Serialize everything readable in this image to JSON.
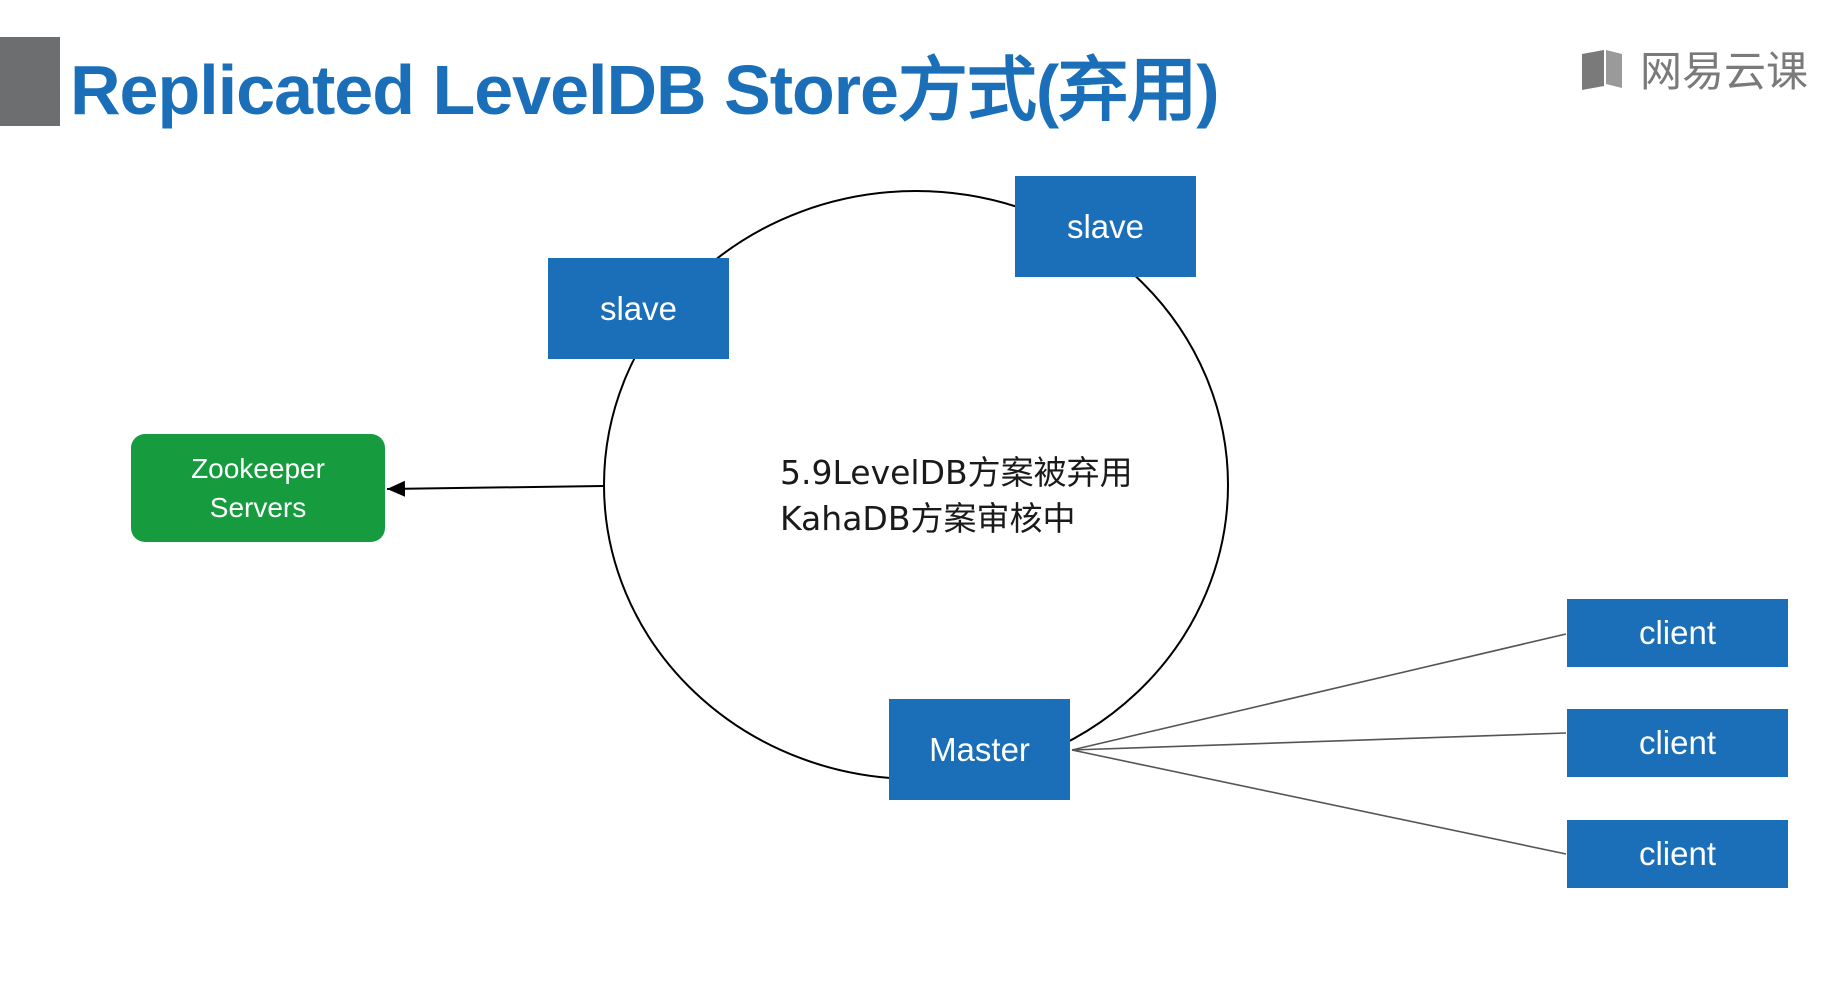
{
  "title": "Replicated LevelDB Store方式(弃用)",
  "logo": {
    "icon": "book-icon",
    "text": "网易云课"
  },
  "nodes": {
    "slave_top": "slave",
    "slave_left": "slave",
    "master": "Master",
    "zookeeper_line1": "Zookeeper",
    "zookeeper_line2": "Servers",
    "clients": [
      "client",
      "client",
      "client"
    ]
  },
  "center_text": {
    "line1": "5.9LevelDB方案被弃用",
    "line2": "KahaDB方案审核中"
  },
  "colors": {
    "title": "#1a6fb8",
    "node_blue": "#1a6fb8",
    "node_green": "#169b3f",
    "title_bar": "#6d6e70"
  }
}
